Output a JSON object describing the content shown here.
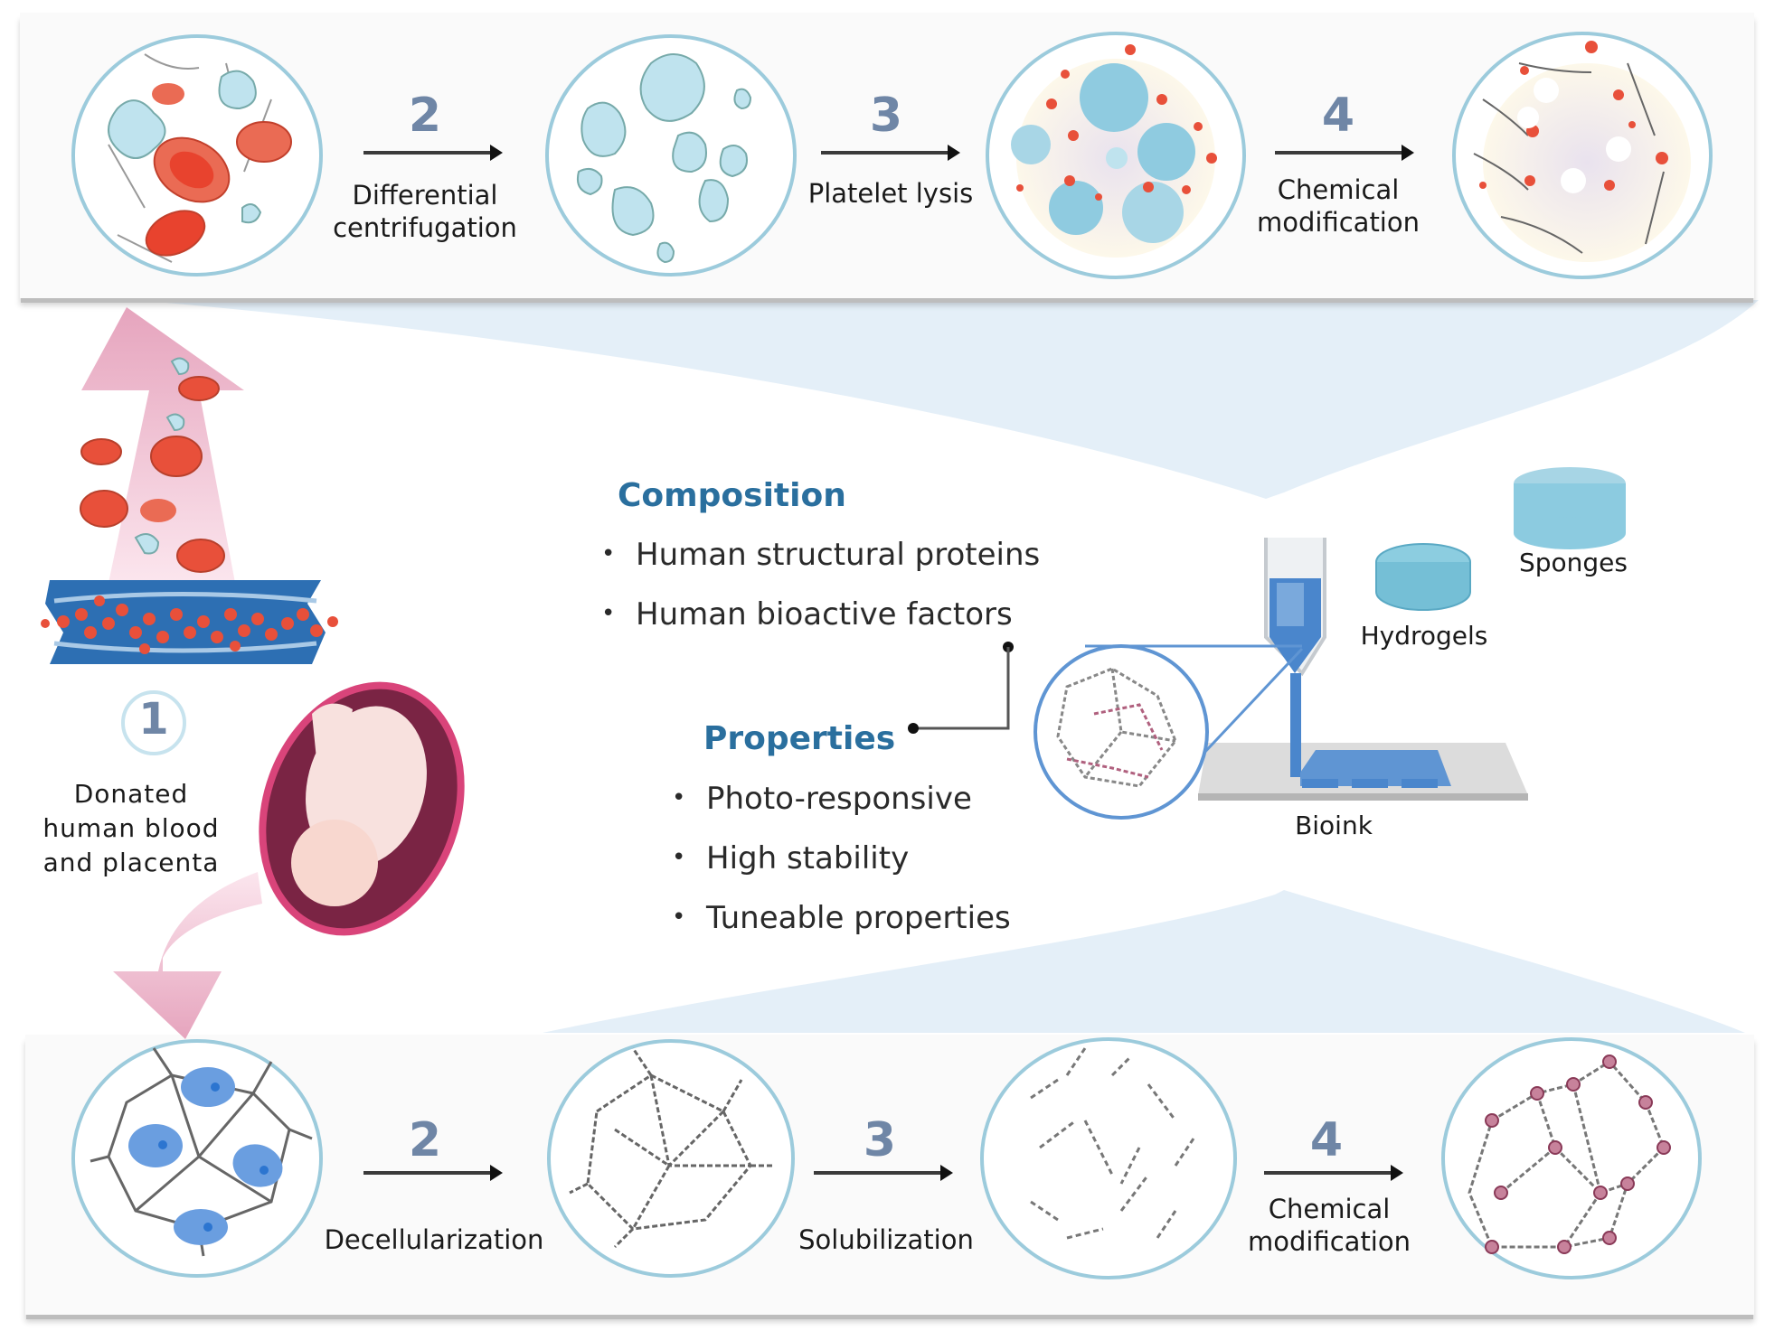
{
  "top_pipeline": {
    "steps": [
      {
        "number": "2",
        "label_line1": "Differential",
        "label_line2": "centrifugation"
      },
      {
        "number": "3",
        "label_line1": "Platelet lysis",
        "label_line2": ""
      },
      {
        "number": "4",
        "label_line1": "Chemical",
        "label_line2": "modification"
      }
    ]
  },
  "bottom_pipeline": {
    "steps": [
      {
        "number": "2",
        "label_line1": "Decellularization",
        "label_line2": ""
      },
      {
        "number": "3",
        "label_line1": "Solubilization",
        "label_line2": ""
      },
      {
        "number": "4",
        "label_line1": "Chemical",
        "label_line2": "modification"
      }
    ]
  },
  "source": {
    "number": "1",
    "label_line1": "Donated",
    "label_line2": "human blood",
    "label_line3": "and placenta"
  },
  "composition": {
    "heading": "Composition",
    "items": [
      "Human structural proteins",
      "Human bioactive factors"
    ]
  },
  "properties": {
    "heading": "Properties",
    "items": [
      "Photo-responsive",
      "High stability",
      "Tuneable properties"
    ]
  },
  "products": {
    "bioink": "Bioink",
    "hydrogels": "Hydrogels",
    "sponges": "Sponges"
  },
  "colors": {
    "heading_blue": "#2a6f9e",
    "step_number": "#6f86a6",
    "circle_border": "#9ccbdc",
    "rbc_red": "#e8503a",
    "platelet_blue": "#bfe3ee",
    "arrow_pink": "#e7a7bf",
    "funnel_blue": "#e4eff8",
    "bioink_blue": "#4a86cc",
    "crosslink_pink": "#b0607e"
  }
}
